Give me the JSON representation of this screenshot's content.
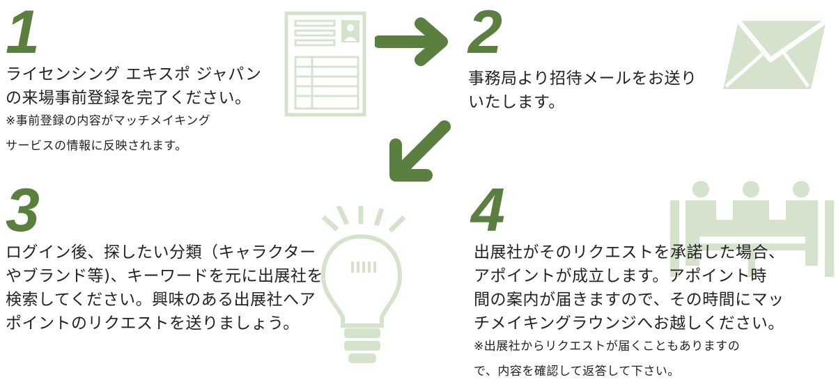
{
  "colors": {
    "accent": "#5a7f3f",
    "icon": "#d6e3cc",
    "text": "#222222"
  },
  "steps": [
    {
      "number": "1",
      "icon": "registration-form-icon",
      "lines": [
        "ライセンシング エキスポ ジャパン",
        "の来場事前登録を完了ください。"
      ],
      "notes": [
        "※事前登録の内容がマッチメイキング",
        "サービスの情報に反映されます。"
      ]
    },
    {
      "number": "2",
      "icon": "envelope-icon",
      "lines": [
        "事務局より招待メールをお送り",
        "いたします。"
      ],
      "notes": []
    },
    {
      "number": "3",
      "icon": "light-bulb-icon",
      "lines": [
        "ログイン後、探したい分類（キャラクター",
        "やブランド等)、キーワードを元に出展社を",
        "検索してください。興味のある出展社へア",
        "ポイントのリクエストを送りましょう。"
      ],
      "notes": []
    },
    {
      "number": "4",
      "icon": "meeting-people-icon",
      "lines": [
        "出展社がそのリクエストを承諾した場合、",
        "アポイントが成立します。アポイント時",
        "間の案内が届きますので、その時間にマッ",
        "チメイキングラウンジへお越しください。"
      ],
      "notes": [
        "※出展社からリクエストが届くこともありますの",
        "で、内容を確認して返答して下さい。"
      ]
    }
  ],
  "arrows": [
    "arrow-right-icon",
    "arrow-down-left-icon"
  ]
}
